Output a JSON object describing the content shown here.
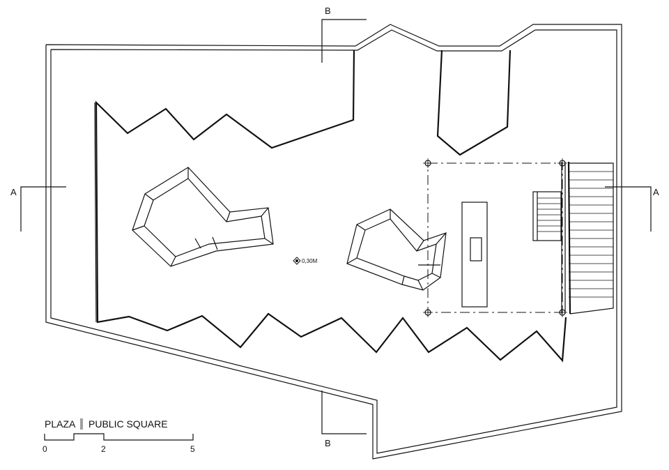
{
  "title": {
    "primary": "PLAZA",
    "secondary": "PUBLIC SQUARE"
  },
  "sections": {
    "a_left": "A",
    "a_right": "A",
    "b_top": "B",
    "b_bottom": "B"
  },
  "level_marker": "0,30M",
  "scale_bar": {
    "labels": [
      "0",
      "2",
      "5"
    ]
  }
}
